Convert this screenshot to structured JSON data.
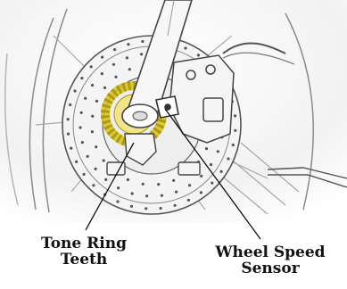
{
  "diagram": {
    "labels": {
      "tone_ring": {
        "line1": "Tone Ring",
        "line2": "Teeth"
      },
      "wheel_speed": {
        "line1": "Wheel Speed",
        "line2": "Sensor"
      }
    },
    "colors": {
      "line_art": "#3a3a3a",
      "soft_line": "#9a9a9a",
      "tone_ring": "#d8c21a",
      "background": "#ffffff"
    }
  }
}
